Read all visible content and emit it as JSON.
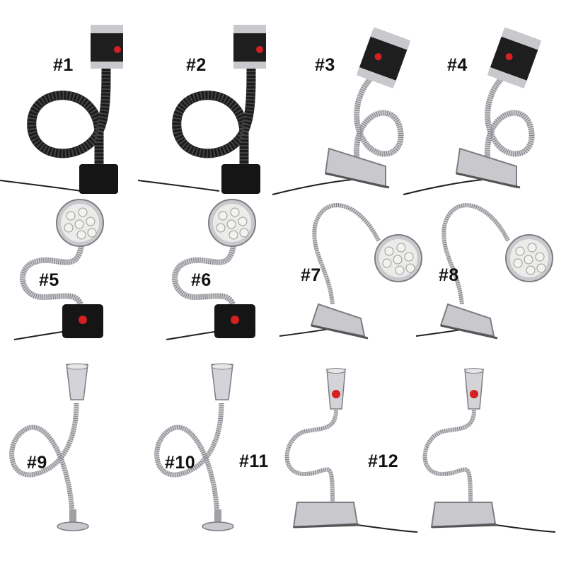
{
  "colors": {
    "black_hose": "#1b1b1b",
    "chrome": "#c9c9cd",
    "chrome_dark": "#7d7d84",
    "switch_red": "#d42020",
    "led": "#f2f2ee",
    "cable": "#202020",
    "label": "#111111"
  },
  "lamps": [
    {
      "label": "#1",
      "style": "black-hose-base",
      "head": "cylinder"
    },
    {
      "label": "#2",
      "style": "black-hose-base",
      "head": "cylinder"
    },
    {
      "label": "#3",
      "style": "chrome-clip",
      "head": "cylinder"
    },
    {
      "label": "#4",
      "style": "chrome-clip",
      "head": "cylinder"
    },
    {
      "label": "#5",
      "style": "chrome-base",
      "head": "led-disc"
    },
    {
      "label": "#6",
      "style": "chrome-base",
      "head": "led-disc"
    },
    {
      "label": "#7",
      "style": "chrome-clip",
      "head": "led-disc"
    },
    {
      "label": "#8",
      "style": "chrome-clip",
      "head": "led-disc"
    },
    {
      "label": "#9",
      "style": "chrome-screw",
      "head": "chrome-spot"
    },
    {
      "label": "#10",
      "style": "chrome-screw",
      "head": "chrome-spot"
    },
    {
      "label": "#11",
      "style": "chrome-clip-low",
      "head": "switch-spot"
    },
    {
      "label": "#12",
      "style": "chrome-clip-low",
      "head": "switch-spot"
    }
  ]
}
